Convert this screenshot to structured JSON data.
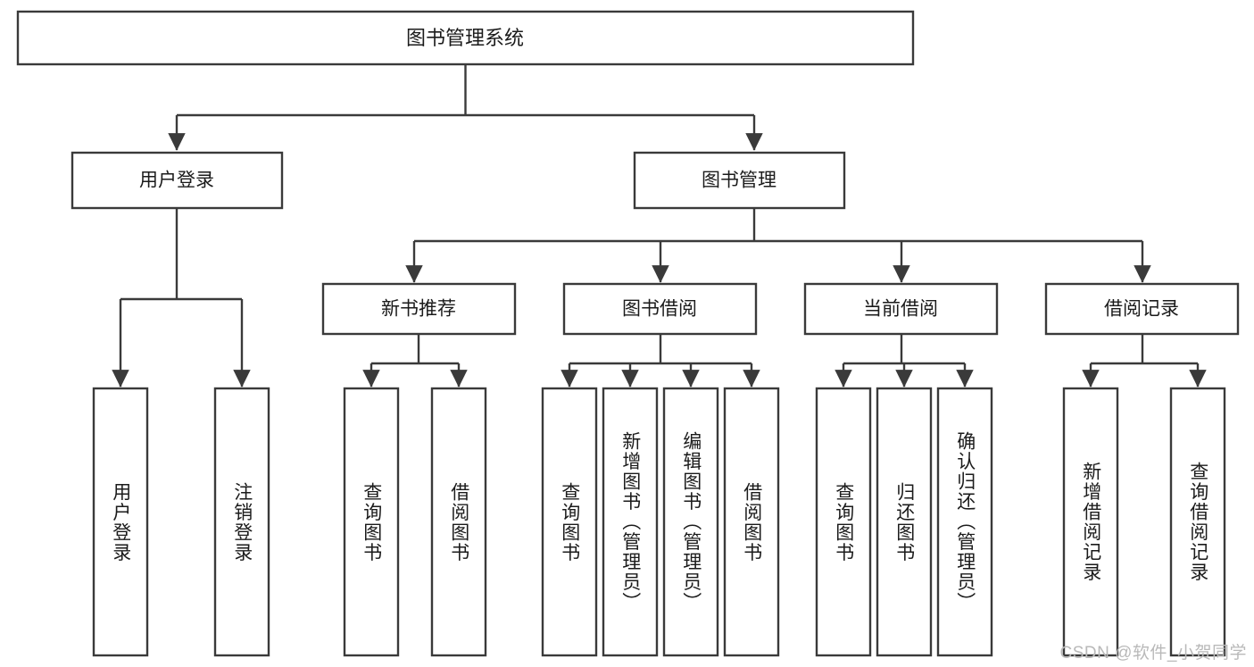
{
  "diagram": {
    "type": "hierarchy-tree",
    "title": "图书管理系统",
    "background_color": "#ffffff",
    "line_color": "#3a3a3a",
    "text_color": "#1b1b1b",
    "levels": {
      "root": {
        "label": "图书管理系统",
        "orientation": "horizontal"
      },
      "level2": [
        {
          "label": "用户登录",
          "orientation": "horizontal"
        },
        {
          "label": "图书管理",
          "orientation": "horizontal"
        }
      ],
      "level3": [
        {
          "label": "新书推荐",
          "orientation": "horizontal",
          "parent": "图书管理"
        },
        {
          "label": "图书借阅",
          "orientation": "horizontal",
          "parent": "图书管理"
        },
        {
          "label": "当前借阅",
          "orientation": "horizontal",
          "parent": "图书管理"
        },
        {
          "label": "借阅记录",
          "orientation": "horizontal",
          "parent": "图书管理"
        }
      ],
      "leaves": [
        {
          "label": "用户登录",
          "orientation": "vertical",
          "parent": "用户登录"
        },
        {
          "label": "注销登录",
          "orientation": "vertical",
          "parent": "用户登录"
        },
        {
          "label": "查询图书",
          "orientation": "vertical",
          "parent": "新书推荐"
        },
        {
          "label": "借阅图书",
          "orientation": "vertical",
          "parent": "新书推荐"
        },
        {
          "label": "查询图书",
          "orientation": "vertical",
          "parent": "图书借阅"
        },
        {
          "label": "新增图书（管理员）",
          "orientation": "vertical",
          "parent": "图书借阅"
        },
        {
          "label": "编辑图书（管理员）",
          "orientation": "vertical",
          "parent": "图书借阅"
        },
        {
          "label": "借阅图书",
          "orientation": "vertical",
          "parent": "图书借阅"
        },
        {
          "label": "查询图书",
          "orientation": "vertical",
          "parent": "当前借阅"
        },
        {
          "label": "归还图书",
          "orientation": "vertical",
          "parent": "当前借阅"
        },
        {
          "label": "确认归还（管理员）",
          "orientation": "vertical",
          "parent": "当前借阅"
        },
        {
          "label": "新增借阅记录",
          "orientation": "vertical",
          "parent": "借阅记录"
        },
        {
          "label": "查询借阅记录",
          "orientation": "vertical",
          "parent": "借阅记录"
        }
      ]
    }
  },
  "watermark": {
    "text": "CSDN @软件_小贺同学",
    "color": "#b9b9b9"
  }
}
